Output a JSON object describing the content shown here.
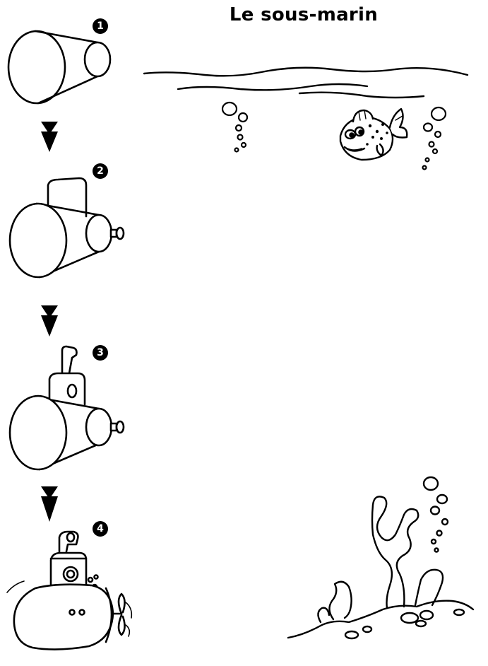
{
  "title": "Le sous-marin",
  "steps": [
    {
      "number": "1"
    },
    {
      "number": "2"
    },
    {
      "number": "3"
    },
    {
      "number": "4"
    }
  ],
  "colors": {
    "ink": "#000000",
    "paper": "#ffffff"
  }
}
